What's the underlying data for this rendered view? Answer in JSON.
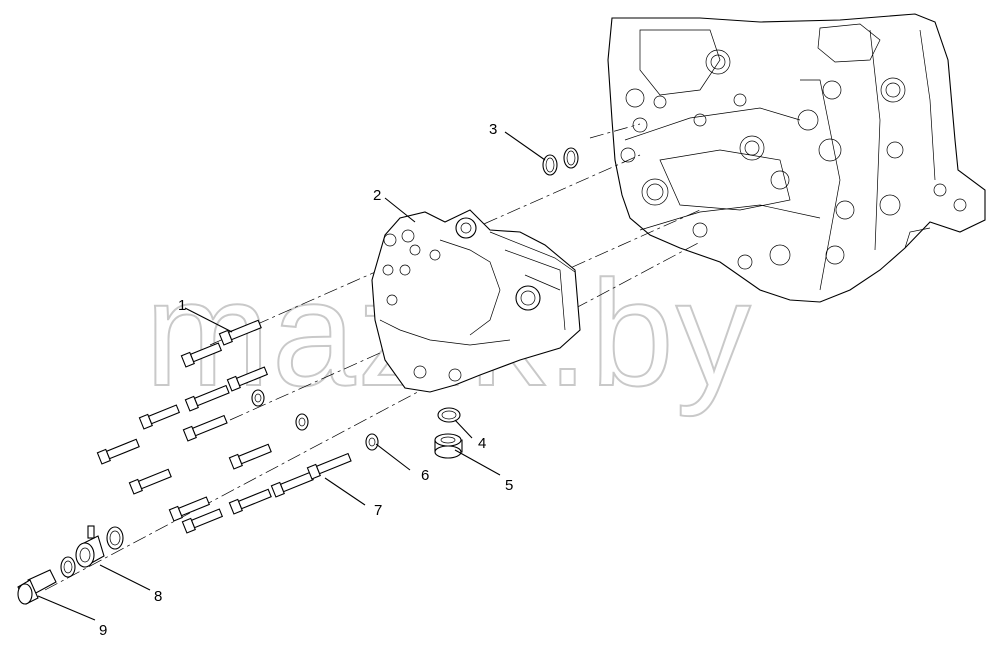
{
  "watermark": "mazik.by",
  "callouts": {
    "c1": "1",
    "c2": "2",
    "c3": "3",
    "c4": "4",
    "c5": "5",
    "c6": "6",
    "c7": "7",
    "c8": "8",
    "c9": "9"
  }
}
